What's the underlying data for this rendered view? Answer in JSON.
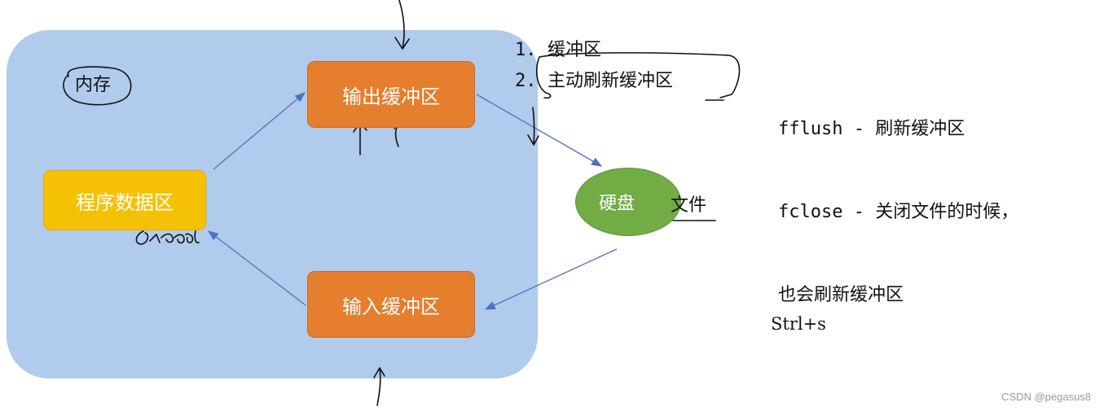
{
  "diagram": {
    "memory_label": "内存",
    "output_buffer": "输出缓冲区",
    "input_buffer": "输入缓冲区",
    "program_data": "程序数据区",
    "disk": "硬盘",
    "file_label": "文件",
    "refresh_list": [
      {
        "num": "1.",
        "text": "缓冲区"
      },
      {
        "num": "2.",
        "text": "主动刷新缓冲区"
      }
    ],
    "notes": [
      {
        "code": "fflush",
        "sep": " - ",
        "text": "刷新缓冲区"
      },
      {
        "code": "fclose",
        "sep": " - ",
        "text": "关闭文件的时候，"
      },
      {
        "code": "",
        "sep": "",
        "text": "也会刷新缓冲区"
      }
    ],
    "shortcut": "Strl+s",
    "watermark": "CSDN @pegasus8",
    "colors": {
      "memory_region": "#b0cbeb",
      "buffer": "#e57e2d",
      "program_data": "#f5c104",
      "disk": "#71ac44",
      "arrow": "#4a73c4"
    }
  }
}
